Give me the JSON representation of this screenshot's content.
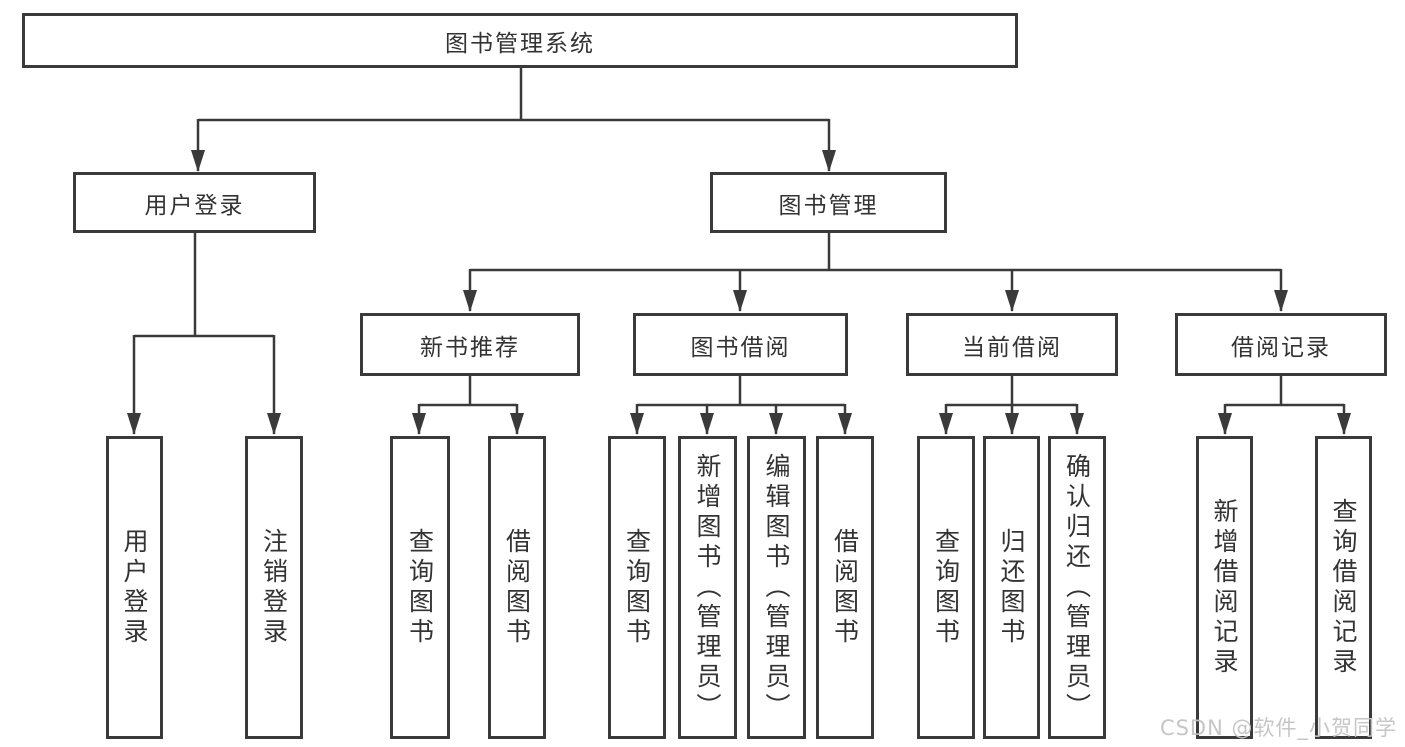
{
  "colors": {
    "line": "#3a3a3a",
    "box_border": "#3a3a3a",
    "text": "#333333",
    "watermark": "#c3c3c3",
    "background": "#ffffff"
  },
  "watermark": {
    "text": "CSDN @软件_小贺同学"
  },
  "diagram": {
    "root": {
      "label": "图书管理系统"
    },
    "branches": [
      {
        "label": "用户登录",
        "children": [
          {
            "label": "用户登录"
          },
          {
            "label": "注销登录"
          }
        ]
      },
      {
        "label": "图书管理",
        "sections": [
          {
            "label": "新书推荐",
            "children": [
              {
                "label": "查询图书"
              },
              {
                "label": "借阅图书"
              }
            ]
          },
          {
            "label": "图书借阅",
            "children": [
              {
                "label": "查询图书"
              },
              {
                "label": "新增图书（管理员）"
              },
              {
                "label": "编辑图书（管理员）"
              },
              {
                "label": "借阅图书"
              }
            ]
          },
          {
            "label": "当前借阅",
            "children": [
              {
                "label": "查询图书"
              },
              {
                "label": "归还图书"
              },
              {
                "label": "确认归还（管理员）"
              }
            ]
          },
          {
            "label": "借阅记录",
            "children": [
              {
                "label": "新增借阅记录"
              },
              {
                "label": "查询借阅记录"
              }
            ]
          }
        ]
      }
    ]
  }
}
